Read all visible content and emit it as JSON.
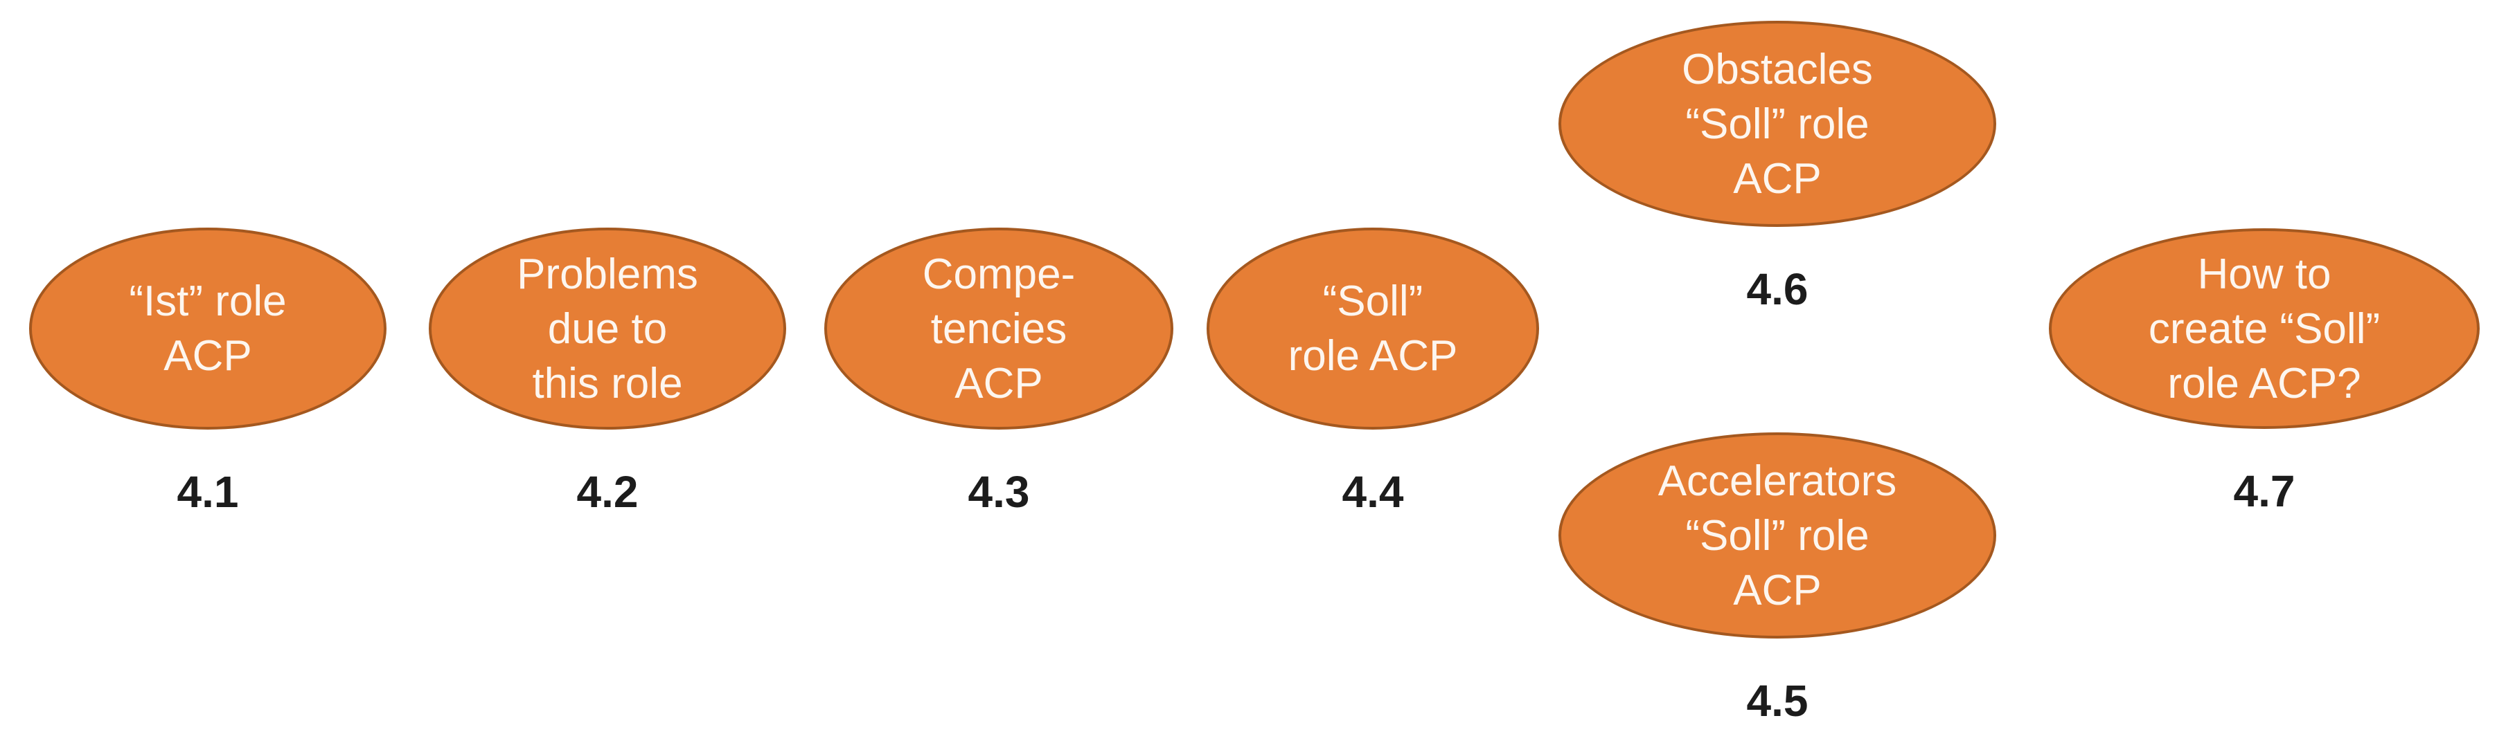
{
  "diagram": {
    "description": "Seven orange ellipse topic bubbles numbered 4.1 to 4.7",
    "colors": {
      "fill": "#E67E35",
      "line": "#A4581F",
      "shape_text": "#FDF6EF",
      "label_text": "#1C1C1C",
      "background": "#FFFFFF"
    },
    "nodes": [
      {
        "id": "ist-role-acp",
        "lines": [
          "“Ist” role",
          "ACP"
        ],
        "number": "4.1"
      },
      {
        "id": "problems-due-to-this-role",
        "lines": [
          "Problems",
          "due to",
          "this role"
        ],
        "number": "4.2"
      },
      {
        "id": "competencies-acp",
        "lines": [
          "Compe-",
          "tencies",
          "ACP"
        ],
        "number": "4.3"
      },
      {
        "id": "soll-role-acp",
        "lines": [
          "“Soll”",
          "role ACP"
        ],
        "number": "4.4"
      },
      {
        "id": "accelerators-soll-role-acp",
        "lines": [
          "Accelerators",
          "“Soll” role",
          "ACP"
        ],
        "number": "4.5"
      },
      {
        "id": "obstacles-soll-role-acp",
        "lines": [
          "Obstacles",
          "“Soll” role",
          "ACP"
        ],
        "number": "4.6"
      },
      {
        "id": "how-to-create-soll-role-acp",
        "lines": [
          "How to",
          "create “Soll”",
          "role ACP?"
        ],
        "number": "4.7"
      }
    ]
  }
}
